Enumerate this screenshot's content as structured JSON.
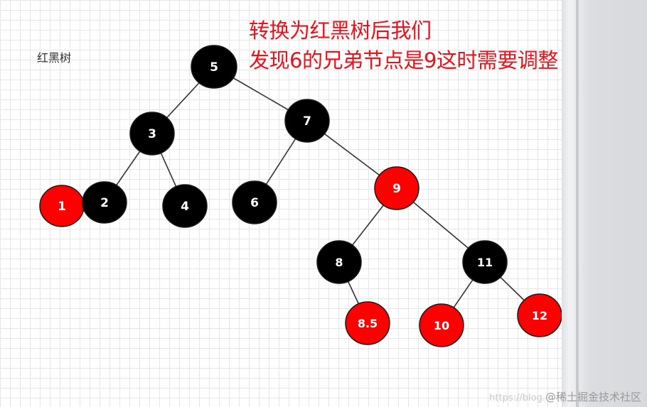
{
  "label": "红黑树",
  "annotation": {
    "line1": "转换为红黑树后我们",
    "line2": "发现6的兄弟节点是9这时需要调整"
  },
  "colors": {
    "red_node": "#ff0000",
    "black_node": "#000000",
    "annotation": "#e8121c"
  },
  "tree": {
    "nodes": [
      {
        "id": "n5",
        "label": "5",
        "color": "black"
      },
      {
        "id": "n3",
        "label": "3",
        "color": "black"
      },
      {
        "id": "n7",
        "label": "7",
        "color": "black"
      },
      {
        "id": "n1",
        "label": "1",
        "color": "red"
      },
      {
        "id": "n2",
        "label": "2",
        "color": "black"
      },
      {
        "id": "n4",
        "label": "4",
        "color": "black"
      },
      {
        "id": "n6",
        "label": "6",
        "color": "black"
      },
      {
        "id": "n9",
        "label": "9",
        "color": "red"
      },
      {
        "id": "n8",
        "label": "8",
        "color": "black"
      },
      {
        "id": "n11",
        "label": "11",
        "color": "black"
      },
      {
        "id": "n85",
        "label": "8.5",
        "color": "red"
      },
      {
        "id": "n10",
        "label": "10",
        "color": "red"
      },
      {
        "id": "n12",
        "label": "12",
        "color": "red"
      }
    ],
    "edges": [
      {
        "from": "n5",
        "to": "n3"
      },
      {
        "from": "n5",
        "to": "n7"
      },
      {
        "from": "n3",
        "to": "n2"
      },
      {
        "from": "n3",
        "to": "n4"
      },
      {
        "from": "n2",
        "to": "n1"
      },
      {
        "from": "n7",
        "to": "n6"
      },
      {
        "from": "n7",
        "to": "n9"
      },
      {
        "from": "n9",
        "to": "n8"
      },
      {
        "from": "n9",
        "to": "n11"
      },
      {
        "from": "n8",
        "to": "n85"
      },
      {
        "from": "n11",
        "to": "n10"
      },
      {
        "from": "n11",
        "to": "n12"
      }
    ]
  },
  "watermark": {
    "url": "https://blog.",
    "text": "@稀土掘金技术社区"
  }
}
